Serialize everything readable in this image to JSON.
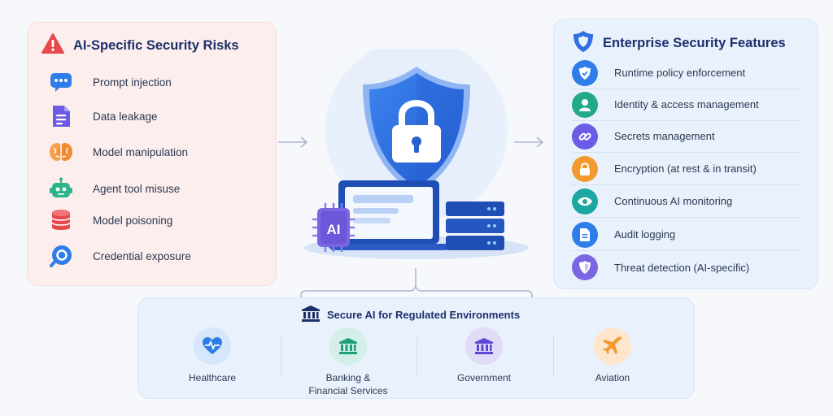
{
  "risks": {
    "title": "AI-Specific Security Risks",
    "items": [
      {
        "label": "Prompt injection",
        "icon": "chat-bubble-icon"
      },
      {
        "label": "Data leakage",
        "icon": "document-icon"
      },
      {
        "label": "Model manipulation",
        "icon": "brain-icon"
      },
      {
        "label": "Agent tool misuse",
        "icon": "robot-icon"
      },
      {
        "label": "Model poisoning",
        "icon": "database-icon"
      },
      {
        "label": "Credential exposure",
        "icon": "key-icon"
      }
    ]
  },
  "features": {
    "title": "Enterprise Security Features",
    "items": [
      {
        "label": "Runtime policy enforcement",
        "icon": "shield-check-icon"
      },
      {
        "label": "Identity & access management",
        "icon": "user-icon"
      },
      {
        "label": "Secrets management",
        "icon": "link-icon"
      },
      {
        "label": "Encryption (at rest & in transit)",
        "icon": "lock-icon"
      },
      {
        "label": "Continuous AI monitoring",
        "icon": "eye-icon"
      },
      {
        "label": "Audit logging",
        "icon": "document-icon"
      },
      {
        "label": "Threat detection (AI-specific)",
        "icon": "shield-icon"
      }
    ]
  },
  "hero": {
    "chip_label": "AI"
  },
  "regulated": {
    "title": "Secure AI for Regulated Environments",
    "sectors": [
      {
        "label": "Healthcare",
        "icon": "heart-pulse-icon"
      },
      {
        "label_line1": "Banking &",
        "label_line2": "Financial Services",
        "icon": "bank-icon"
      },
      {
        "label": "Government",
        "icon": "government-building-icon"
      },
      {
        "label": "Aviation",
        "icon": "airplane-icon"
      }
    ]
  },
  "colors": {
    "navy": "#1c2f6b",
    "shield_blue": "#2f6fe0",
    "risk_panel": "#fdeeee",
    "feature_panel": "#e9f1fd",
    "alert_red": "#e5484d"
  }
}
